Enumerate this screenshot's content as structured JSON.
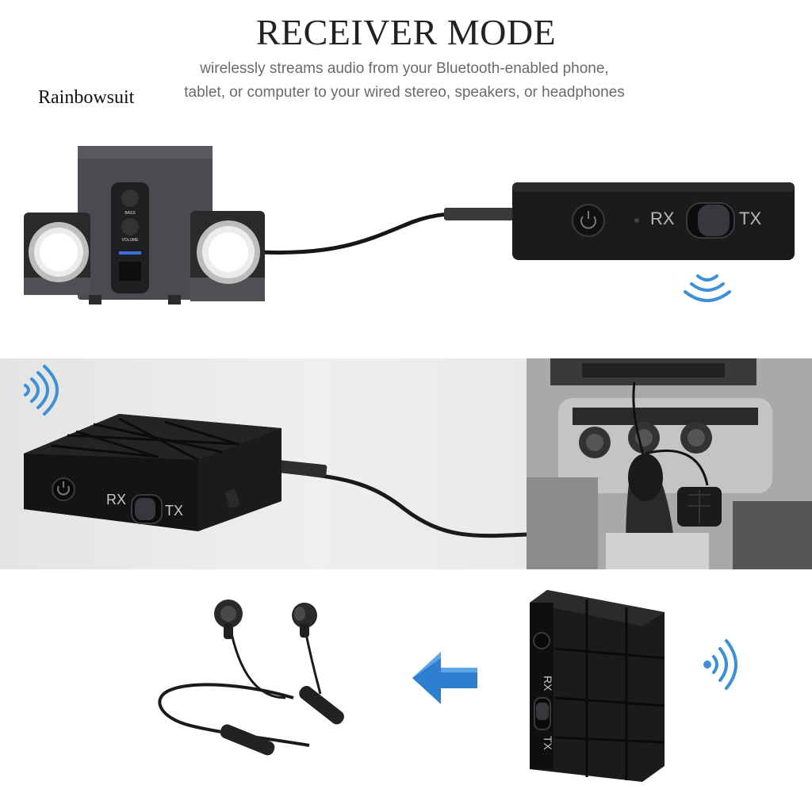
{
  "header": {
    "title": "RECEIVER MODE",
    "subtitle_line1": "wirelessly streams audio from your Bluetooth-enabled phone,",
    "subtitle_line2": "tablet, or computer to your wired stereo, speakers, or headphones",
    "brand": "Rainbowsuit"
  },
  "device": {
    "switch_left": "RX",
    "switch_right": "TX"
  },
  "speaker": {
    "knob_top_label": "BASS",
    "knob_bottom_label": "VOLUME"
  },
  "colors": {
    "wave_blue": "#3d8fd8",
    "arrow_blue": "#2f7fd0",
    "device_black": "#1b1b1d"
  },
  "icons": [
    "wireless-waves-icon",
    "left-arrow-icon",
    "power-button-icon"
  ]
}
